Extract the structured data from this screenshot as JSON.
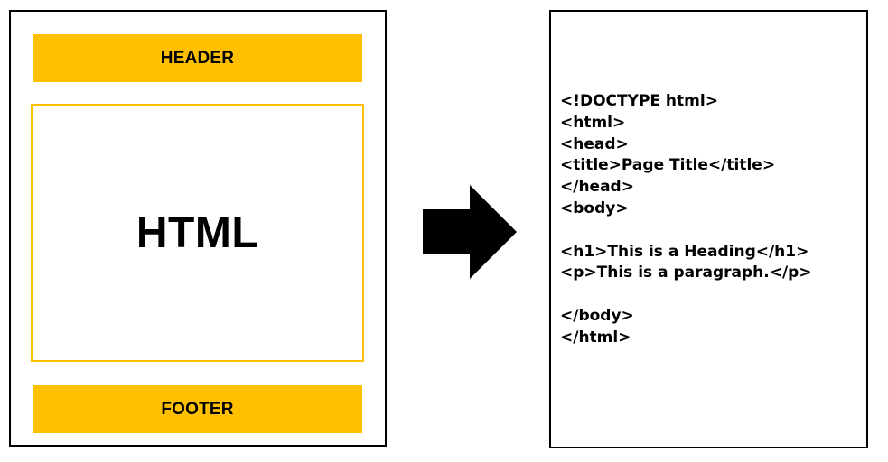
{
  "colors": {
    "accent": "#FFC000",
    "border": "#000000",
    "text": "#000000",
    "background": "#FFFFFF"
  },
  "layout_diagram": {
    "header_label": "HEADER",
    "content_label": "HTML",
    "footer_label": "FOOTER"
  },
  "arrow_icon": "right-arrow",
  "code_lines": [
    "<!DOCTYPE html>",
    "<html>",
    "<head>",
    "<title>Page Title</title>",
    "</head>",
    "<body>",
    "",
    "<h1>This is a Heading</h1>",
    "<p>This is a paragraph.</p>",
    "",
    "</body>",
    "</html>"
  ]
}
